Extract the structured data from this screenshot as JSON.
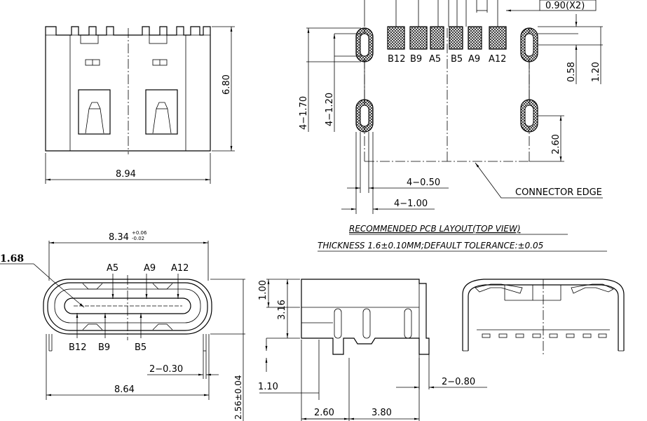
{
  "top_left": {
    "width": "8.94",
    "height": "6.80"
  },
  "pcb": {
    "pitch": "0.90(X2)",
    "pins": [
      "B12",
      "B9",
      "A5",
      "B5",
      "A9",
      "A12"
    ],
    "h1": "4−1.70",
    "h2": "4−1.20",
    "d1": "0.58",
    "d2": "1.20",
    "d3": "2.60",
    "w1": "4−0.50",
    "w2": "4−1.00",
    "edge": "CONNECTOR EDGE",
    "note1": "RECOMMENDED  PCB  LAYOUT(TOP  VIEW)",
    "note2": "THICKNESS  1.6±0.10MM;DEFAULT  TOLERANCE:±0.05"
  },
  "front": {
    "width": "8.34",
    "tol_up": "+0.06",
    "tol_dn": "-0.02",
    "callout": "1.68",
    "top_pins": [
      "A5",
      "A9",
      "A12"
    ],
    "bot_pins": [
      "B12",
      "B9",
      "B5"
    ],
    "leg": "2−0.30",
    "bottom": "8.64",
    "height": "2.56±0.04"
  },
  "side": {
    "h1": "1.00",
    "h2": "3.16",
    "tail": "1.10",
    "leg": "2−0.80",
    "w1": "2.60",
    "w2": "3.80"
  }
}
